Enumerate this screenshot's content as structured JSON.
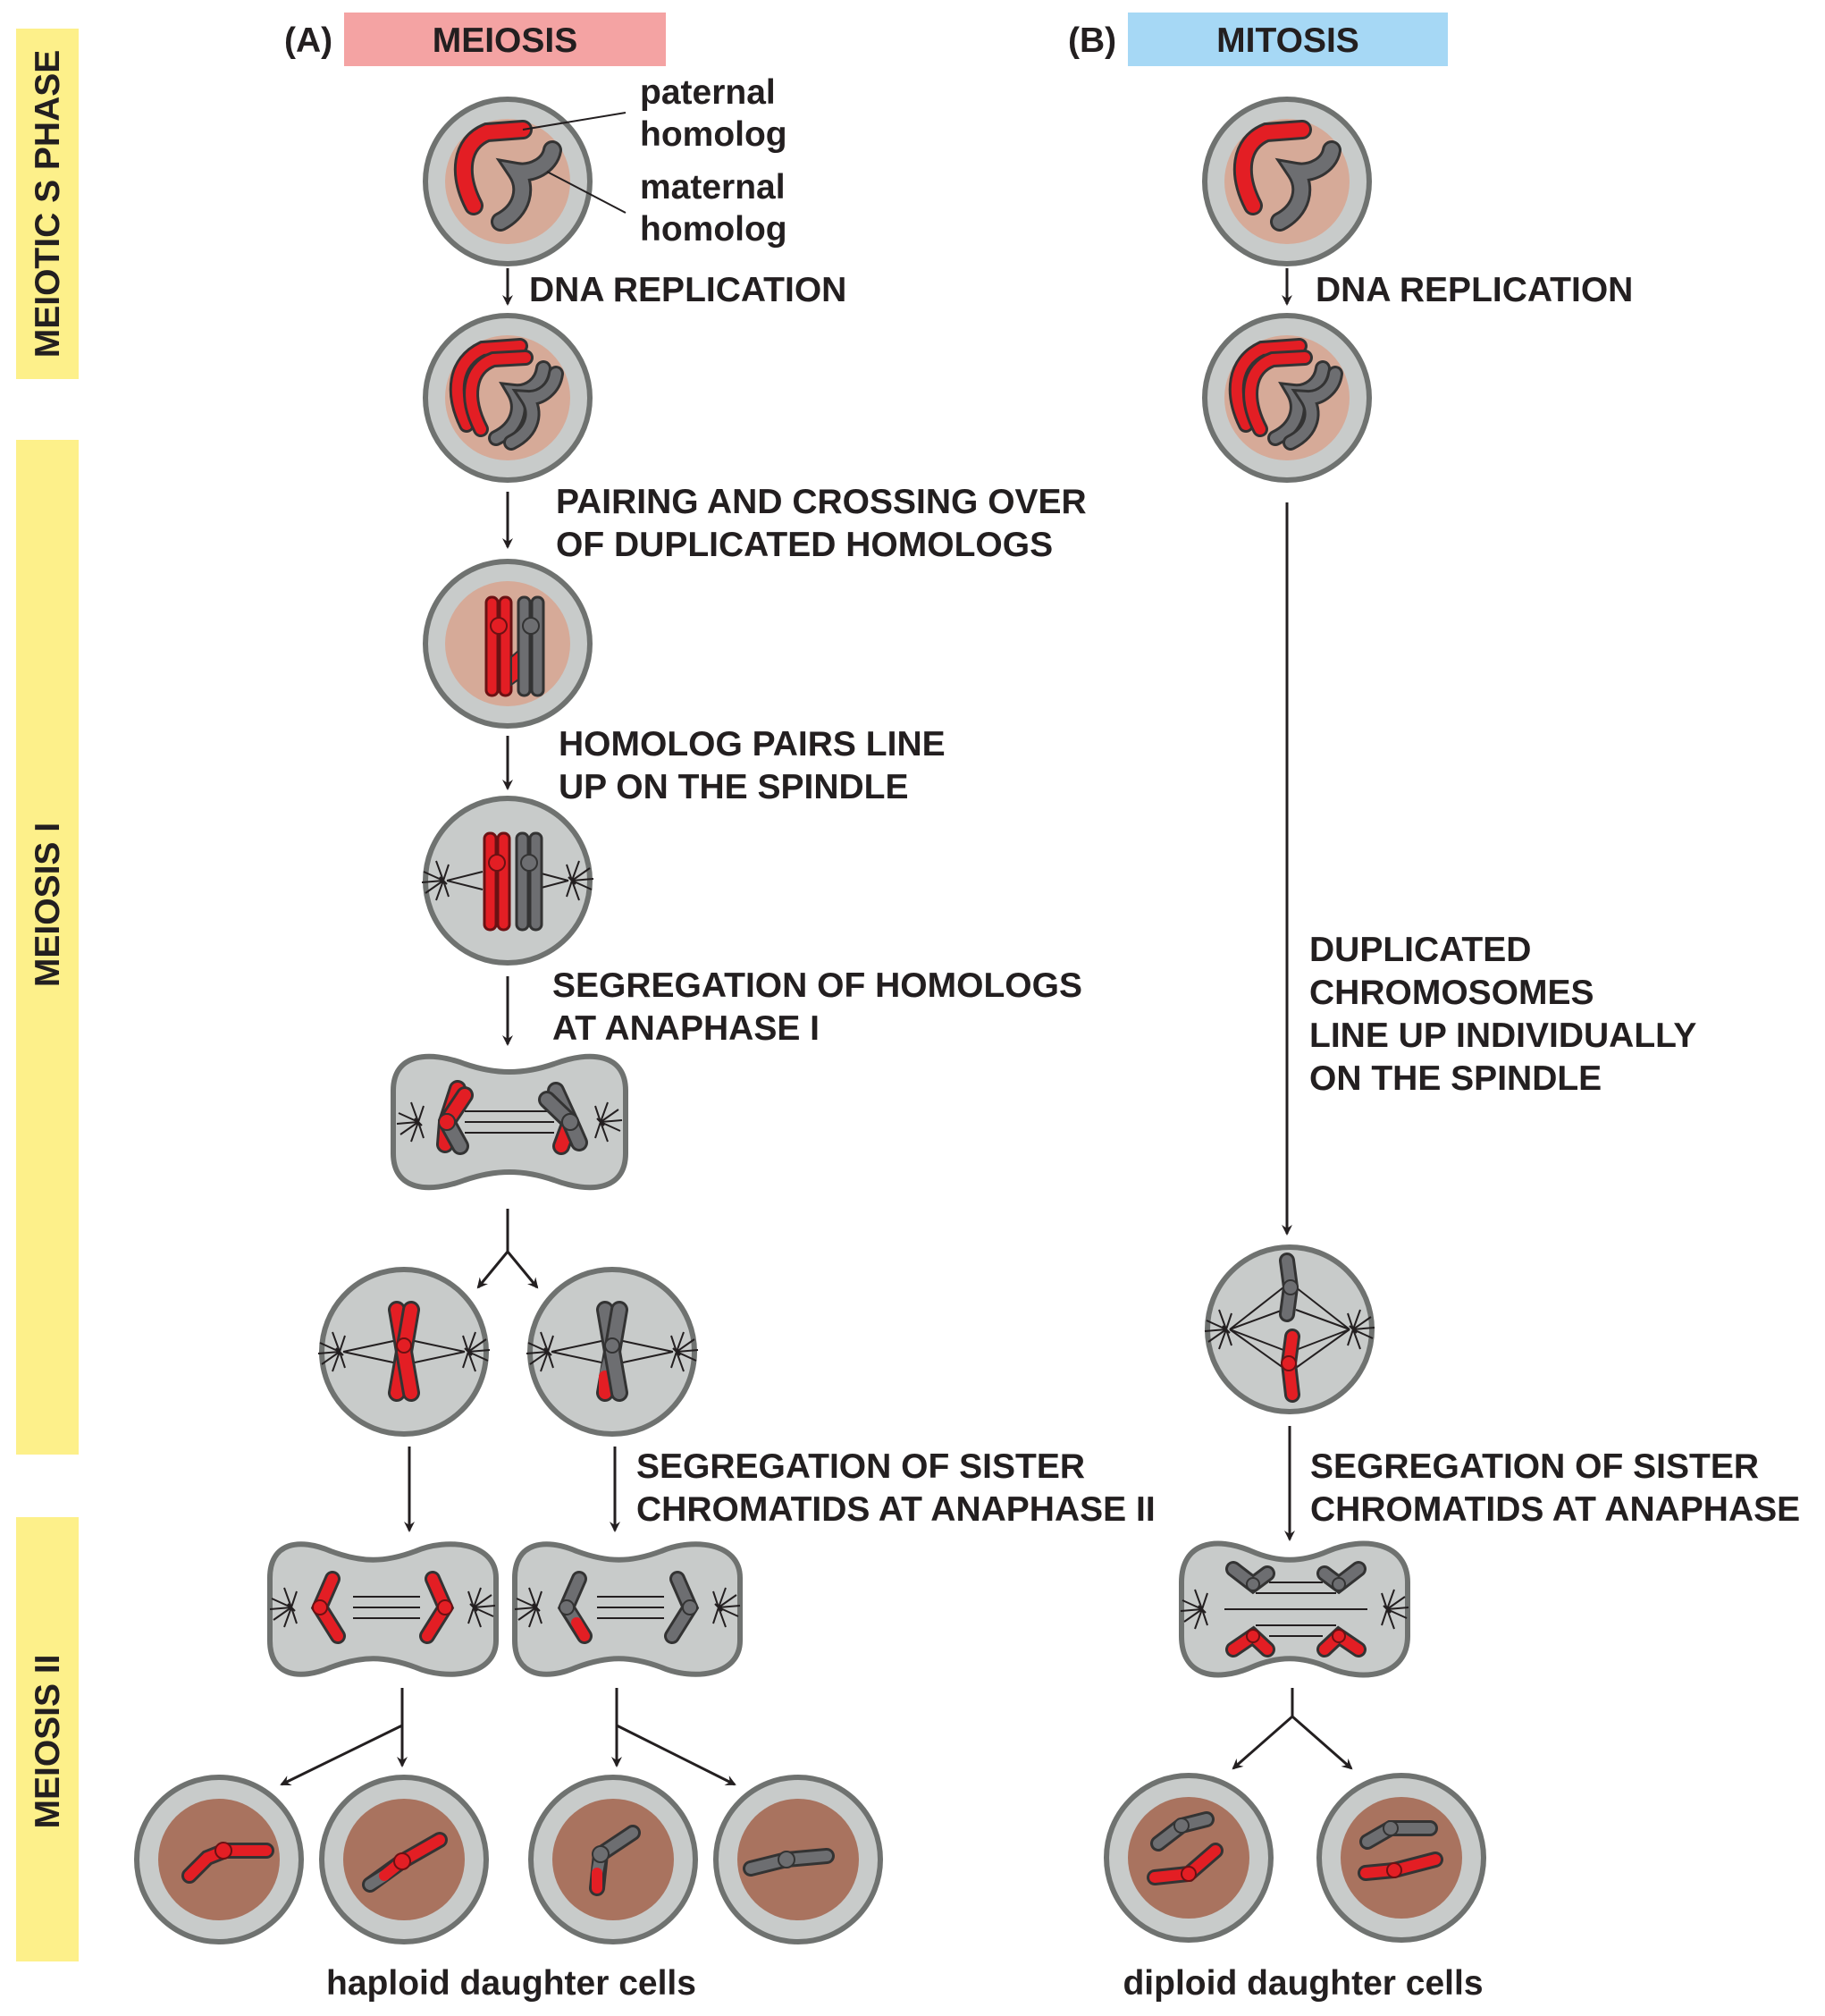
{
  "panel_a": {
    "letter": "(A)",
    "title": "MEIOSIS",
    "color": "#f4a3a3"
  },
  "panel_b": {
    "letter": "(B)",
    "title": "MITOSIS",
    "color": "#a6d8f5"
  },
  "side_bars": [
    {
      "label": "MEIOTIC S PHASE",
      "color": "#fdf08a"
    },
    {
      "label": "MEIOSIS I",
      "color": "#fdf08a"
    },
    {
      "label": "MEIOSIS II",
      "color": "#fdf08a"
    }
  ],
  "annotations": {
    "paternal": [
      "paternal",
      "homolog"
    ],
    "maternal": [
      "maternal",
      "homolog"
    ]
  },
  "meiosis_steps": {
    "replication": "DNA REPLICATION",
    "pairing": [
      "PAIRING AND CROSSING OVER",
      "OF DUPLICATED HOMOLOGS"
    ],
    "line_up": [
      "HOMOLOG PAIRS LINE",
      "UP ON THE SPINDLE"
    ],
    "segregation1": [
      "SEGREGATION OF HOMOLOGS",
      "AT ANAPHASE I"
    ],
    "segregation2": [
      "SEGREGATION OF SISTER",
      "CHROMATIDS AT ANAPHASE II"
    ],
    "result": "haploid daughter cells"
  },
  "mitosis_steps": {
    "replication": "DNA REPLICATION",
    "line_up": [
      "DUPLICATED",
      "CHROMOSOMES",
      "LINE UP INDIVIDUALLY",
      "ON THE SPINDLE"
    ],
    "segregation": [
      "SEGREGATION OF SISTER",
      "CHROMATIDS AT ANAPHASE"
    ],
    "result": "diploid daughter cells"
  },
  "colors": {
    "paternal": "#e31e24",
    "maternal": "#6d6e71",
    "cell": "#c8cbca",
    "nucleus_light": "#d6aa98",
    "nucleus_dark": "#a9735f"
  }
}
